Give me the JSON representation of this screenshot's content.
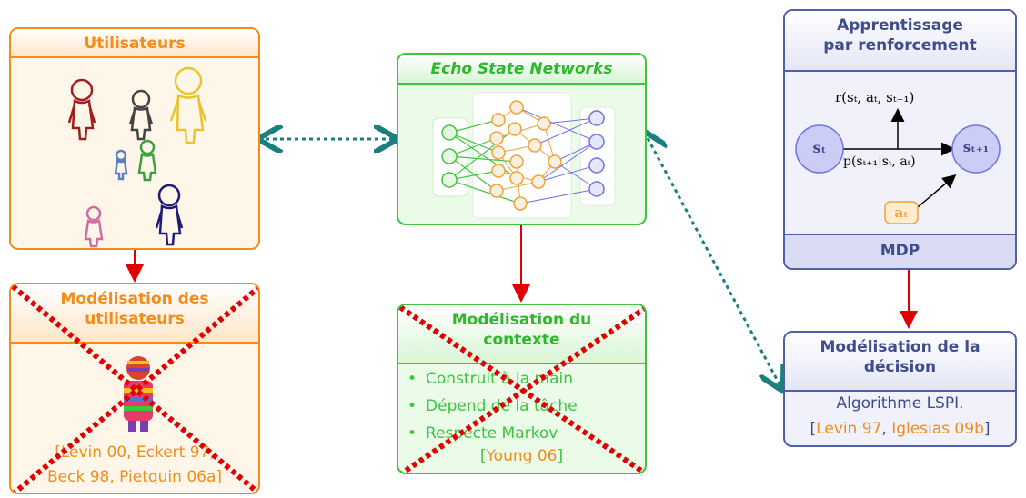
{
  "users_box": {
    "title": "Utilisateurs"
  },
  "user_model_box": {
    "title_line1": "Modélisation des",
    "title_line2": "utilisateurs",
    "citations_line1": "[Levin 00, Eckert 97,",
    "citations_line2": "Beck 98, Pietquin 06a]"
  },
  "esn_box": {
    "title": "Echo State Networks"
  },
  "context_box": {
    "title_line1": "Modélisation du",
    "title_line2": "contexte",
    "bullets": [
      "Construit à la main",
      "Dépend de la tâche",
      "Respecte Markov"
    ],
    "citation_open": "[",
    "citation_name": "Young 06",
    "citation_close": "]"
  },
  "rl_box": {
    "title_line1": "Apprentissage",
    "title_line2": "par renforcement",
    "reward": "r(sₜ, aₜ, sₜ₊₁)",
    "state_t": "sₜ",
    "state_t1": "sₜ₊₁",
    "transition": "p(sₜ₊₁|sₜ, aₜ)",
    "action": "aₜ",
    "footer": "MDP"
  },
  "decision_box": {
    "title_line1": "Modélisation de la",
    "title_line2": "décision",
    "algo": "Algorithme LSPI.",
    "cite_open": "[",
    "cite_a": "Levin 97",
    "cite_sep": ", ",
    "cite_b": "Iglesias 09b",
    "cite_close": "]"
  },
  "colors": {
    "orange": "#f28c1a",
    "green": "#3ec43e",
    "blue": "#4f5fa8",
    "cross": "#e00000",
    "dotted_arrow": "#1a7f7f",
    "arrow": "#e00000"
  }
}
